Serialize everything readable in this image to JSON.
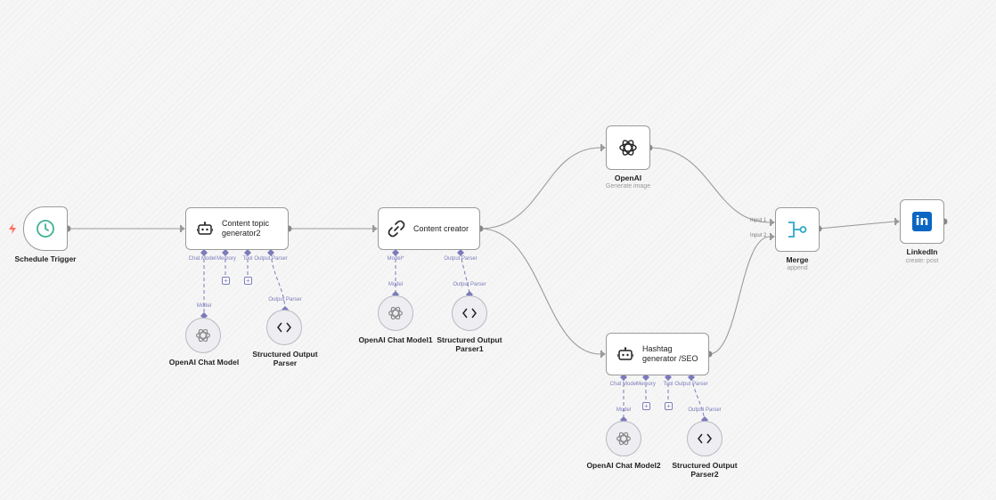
{
  "workflow": {
    "nodes": {
      "schedule": {
        "label": "Schedule Trigger"
      },
      "topic": {
        "label": "Content topic generator2"
      },
      "creator": {
        "label": "Content creator"
      },
      "openai": {
        "label": "OpenAI",
        "sublabel": "Generate image"
      },
      "hashtag": {
        "label": "Hashtag generator /SEO"
      },
      "merge": {
        "label": "Merge",
        "sublabel": "append",
        "input1": "Input 1",
        "input2": "Input 2"
      },
      "linkedin": {
        "label": "LinkedIn",
        "sublabel": "create: post",
        "logo": "in"
      }
    },
    "sub_nodes": {
      "model1": {
        "label": "OpenAI Chat Model"
      },
      "parser1": {
        "label": "Structured Output Parser"
      },
      "model2": {
        "label": "OpenAI Chat Model1"
      },
      "parser2": {
        "label": "Structured Output Parser1"
      },
      "model3": {
        "label": "OpenAI Chat Model2"
      },
      "parser3": {
        "label": "Structured Output Parser2"
      }
    },
    "ports": {
      "chat_model": "Chat Model",
      "memory": "Memory",
      "tool": "Tool",
      "output_parser": "Output Parser",
      "model": "Model",
      "model_required": "Model*"
    },
    "colors": {
      "accent": "#ff6d5a",
      "trigger": "#3fb295",
      "port": "#7b7bbb",
      "merge": "#2fa7c9",
      "linkedin": "#0a66c2"
    }
  }
}
